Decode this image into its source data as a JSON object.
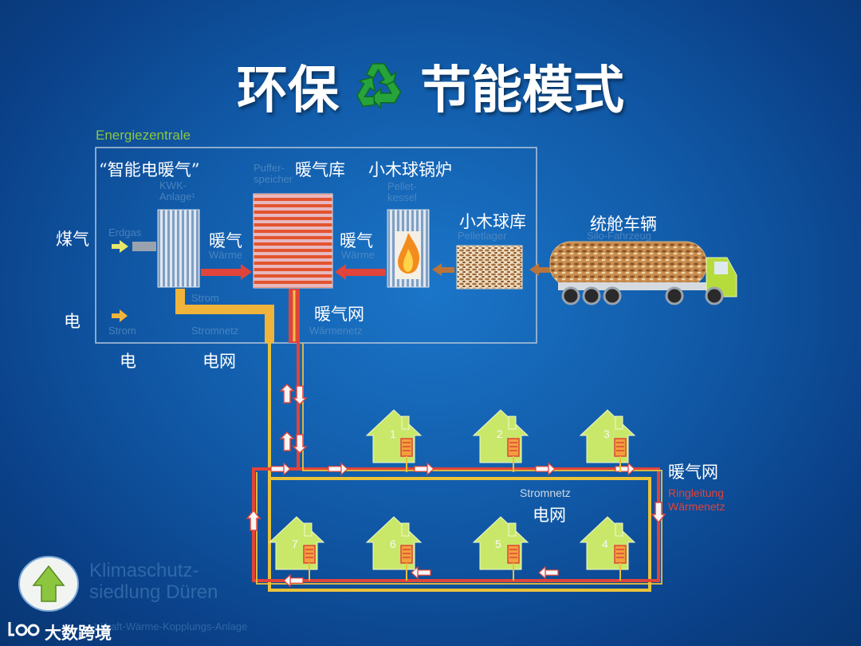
{
  "title": {
    "left": "环保",
    "right": "节能模式"
  },
  "icons": {
    "title_icon": "recycle-icon",
    "logo_icon": "house-arrow-icon",
    "watermark_icon": "brand-logo-icon"
  },
  "colors": {
    "heat_red": "#e0443a",
    "power_yellow": "#e9c23a",
    "fuel_brown": "#b8743a",
    "green": "#8cc63f",
    "frame": "#9fb6cf"
  },
  "center": {
    "frame_label": "Energiezentrale",
    "chp_label_cn": "“智能电暖气”",
    "chp_label_de": "KWK-Anlage¹",
    "buffer_label_cn": "暖气库",
    "buffer_label_de": "Puffer-speicher",
    "boiler_label_cn": "小木球锅炉",
    "boiler_label_de": "Pellet-kessel",
    "pellet_store_cn": "小木球库",
    "pellet_store_de": "Pelletlager",
    "truck_label_cn": "统舱车辆",
    "truck_label_de": "Silo-Fahrzeug",
    "gas_cn": "煤气",
    "gas_de": "Erdgas",
    "power_in_cn": "电",
    "power_in_de": "Strom",
    "heat1_cn": "暖气",
    "heat1_de": "Wärme",
    "heat2_cn": "暖气",
    "heat2_de": "Wärme",
    "strom_inside_de": "Strom",
    "power_out_cn": "电",
    "grid_cn": "电网",
    "grid_de": "Stromnetz",
    "heatnet_cn": "暖气网",
    "heatnet_de": "Wärmenetz"
  },
  "network": {
    "heatnet_cn": "暖气网",
    "ring_de": "Ringleitung Wärmenetz",
    "grid_de": "Stromnetz",
    "grid_cn": "电网"
  },
  "houses": [
    {
      "num": "1"
    },
    {
      "num": "2"
    },
    {
      "num": "3"
    },
    {
      "num": "4"
    },
    {
      "num": "5"
    },
    {
      "num": "6"
    },
    {
      "num": "7"
    }
  ],
  "footer": {
    "logo_text": "Klimaschutz-siedlung Düren",
    "footnote": "¹ Kraft-Wärme-Kopplungs-Anlage",
    "watermark": "大数跨境"
  }
}
